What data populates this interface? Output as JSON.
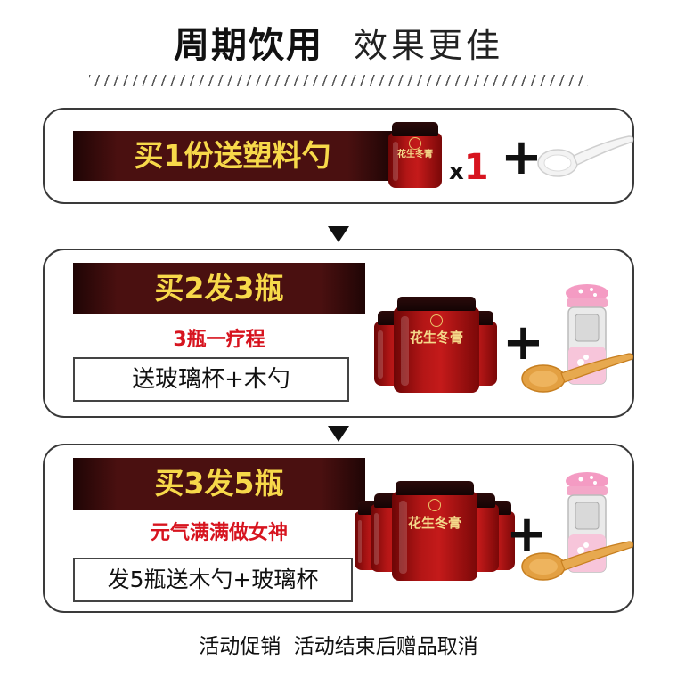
{
  "header": {
    "title_bold": "周期饮用",
    "title_light": "效果更佳"
  },
  "offers": [
    {
      "banner": "买1份送塑料勺",
      "quantity_prefix": "x",
      "quantity_number": "1",
      "plus": "+"
    },
    {
      "banner": "买2发3瓶",
      "subtitle": "3瓶一疗程",
      "gift": "送玻璃杯+木勺",
      "plus": "+"
    },
    {
      "banner": "买3发5瓶",
      "subtitle": "元气满满做女神",
      "gift": "发5瓶送木勺+玻璃杯",
      "plus": "+"
    }
  ],
  "product": {
    "jar_label": "花生冬膏"
  },
  "footer": {
    "text": "活动促销  活动结束后赠品取消"
  },
  "colors": {
    "banner_bg": "#4a1010",
    "banner_text": "#f7d94a",
    "accent_red": "#d7141f",
    "jar_red": "#b41616"
  },
  "icons": [
    "down-arrow-icon",
    "plus-icon",
    "plastic-spoon-icon",
    "wooden-spoon-icon",
    "glass-cup-icon",
    "jar-icon"
  ]
}
